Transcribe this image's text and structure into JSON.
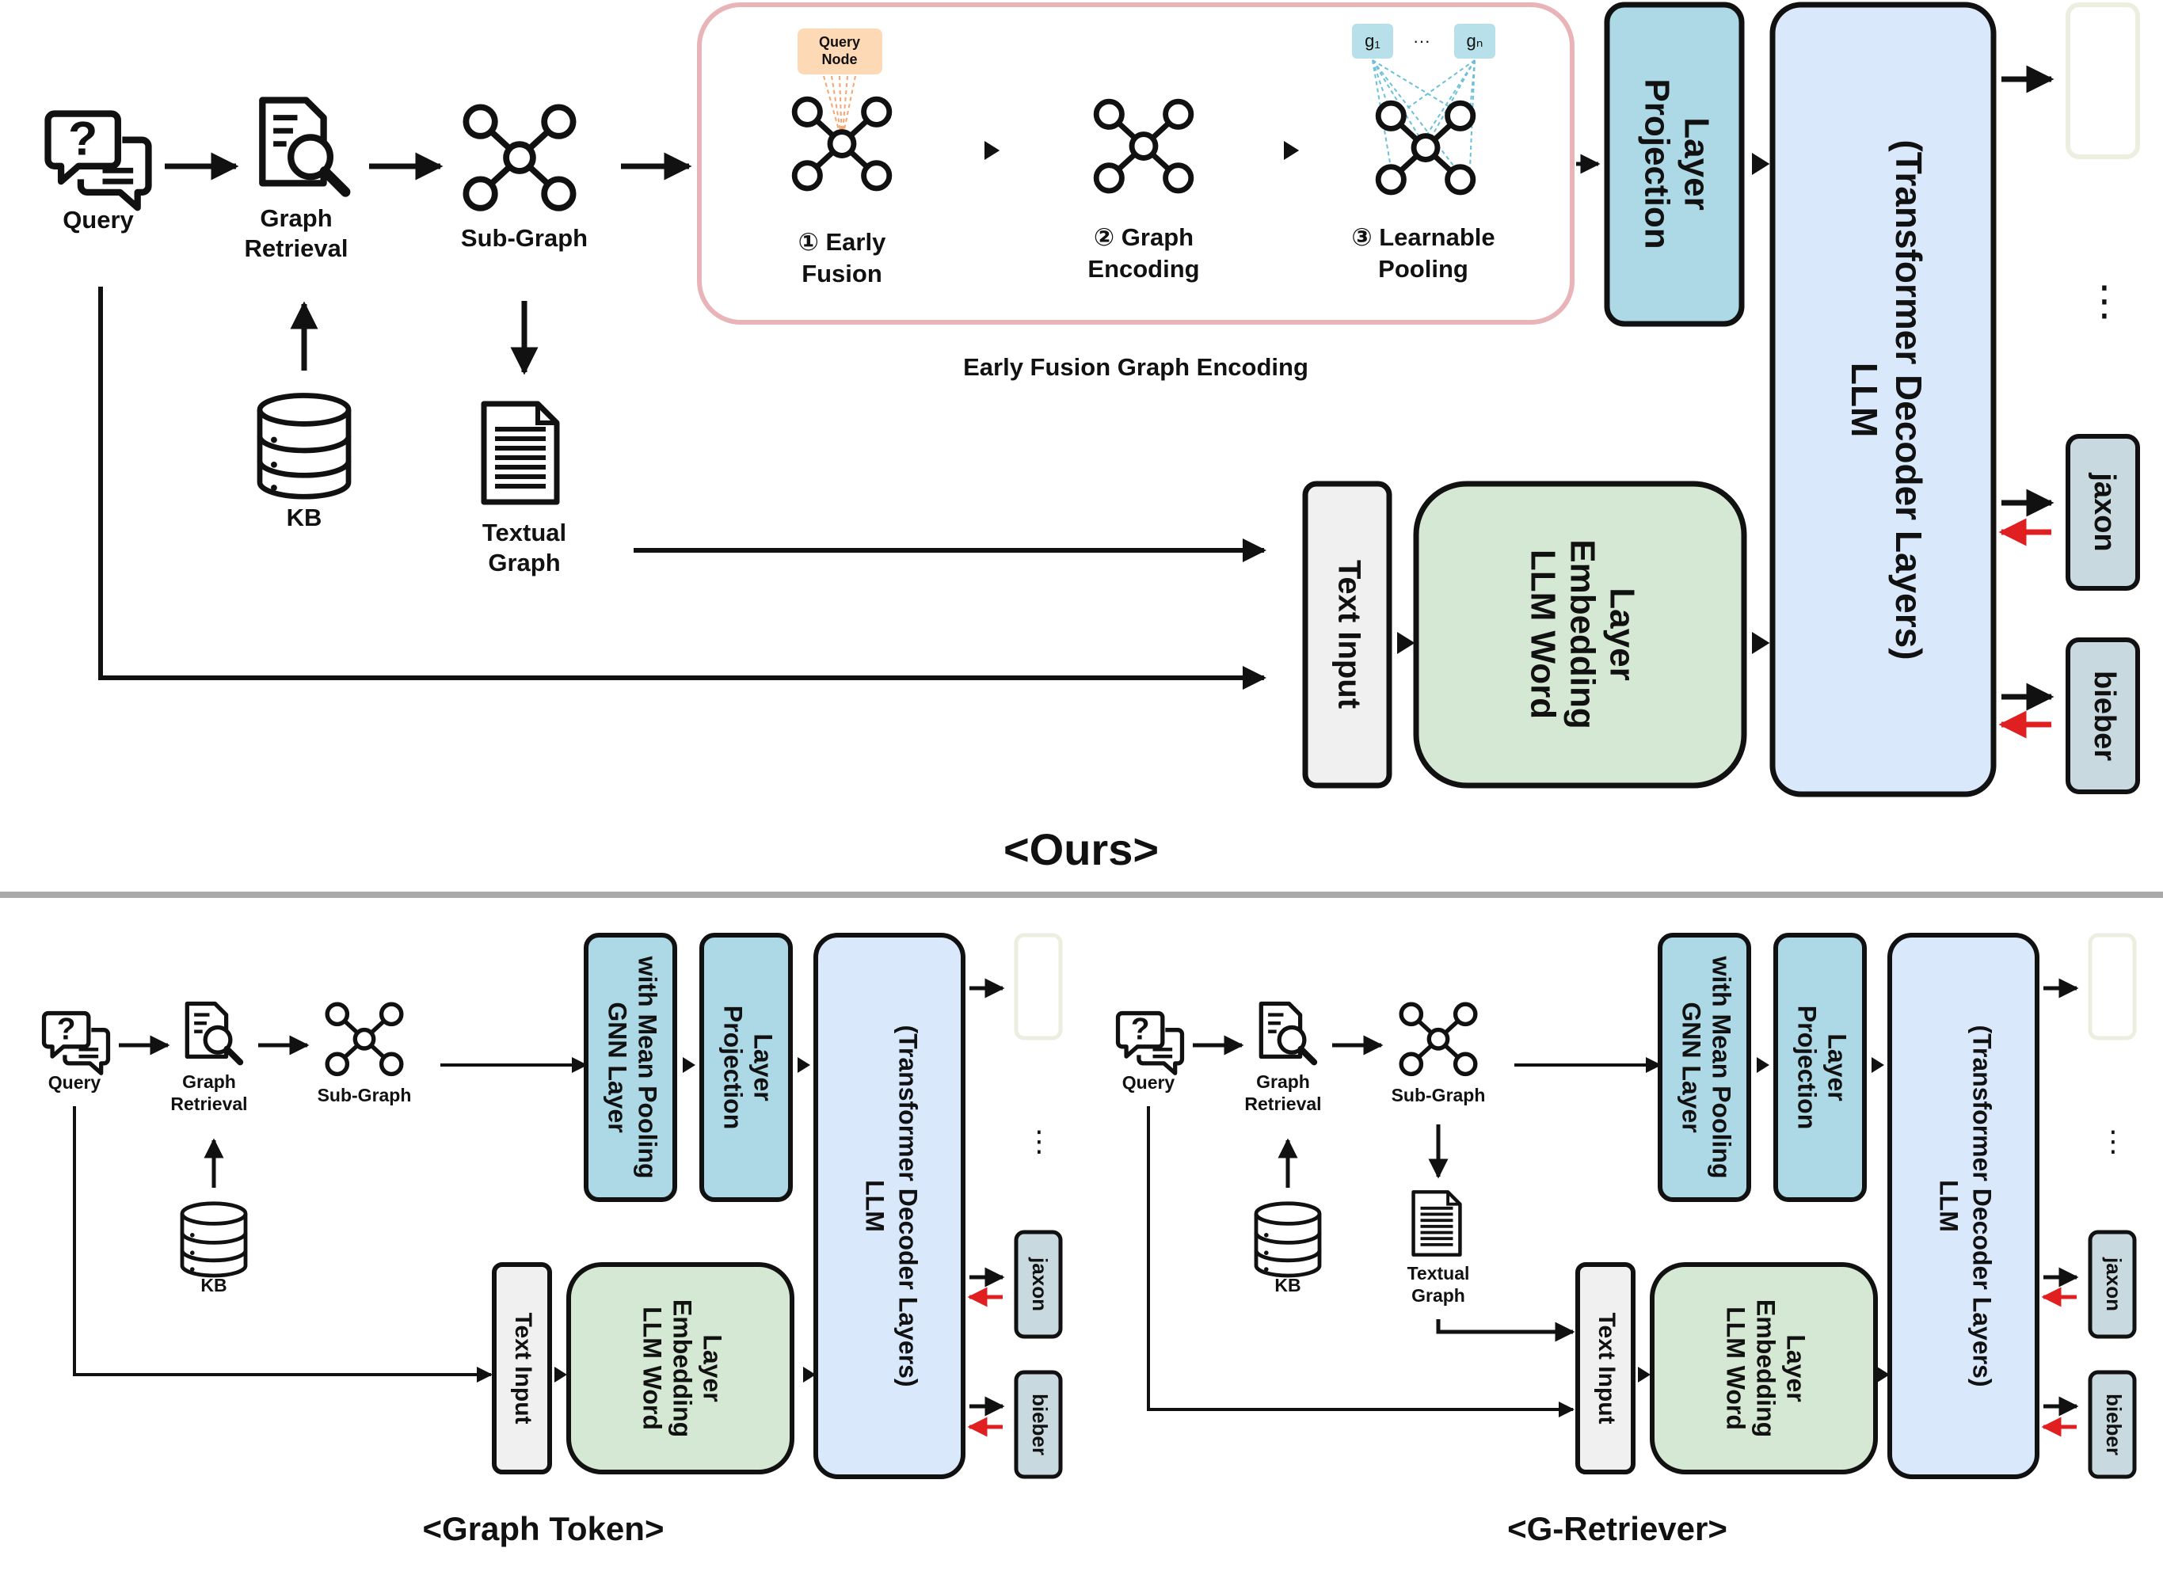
{
  "ours": {
    "title": "<Ours>",
    "query_label": "Query",
    "retrieval_label": [
      "Graph",
      "Retrieval"
    ],
    "kb_label": "KB",
    "subgraph_label": "Sub-Graph",
    "textual_graph_label": [
      "Textual",
      "Graph"
    ],
    "query_node_label": [
      "Query",
      "Node"
    ],
    "step1_label": [
      "① Early",
      "Fusion"
    ],
    "step2_label": [
      "② Graph",
      "Encoding"
    ],
    "step3_label": [
      "③ Learnable",
      "Pooling"
    ],
    "pool_tokens": [
      "g₁",
      "···",
      "gₙ"
    ],
    "module_caption": "Early Fusion Graph Encoding",
    "projection_label": [
      "Projection",
      "Layer"
    ],
    "llm_label": [
      "LLM",
      "(Transformer Decoder Layers)"
    ],
    "embedding_label": [
      "LLM Word",
      "Embedding",
      "Layer"
    ],
    "text_input_label": "Text Input",
    "output_tokens": [
      "jaxon",
      "bieber"
    ],
    "ellipsis": "⋮"
  },
  "graph_token": {
    "title": "<Graph Token>",
    "query_label": "Query",
    "retrieval_label": [
      "Graph",
      "Retrieval"
    ],
    "kb_label": "KB",
    "subgraph_label": "Sub-Graph",
    "gnn_label": [
      "GNN Layer",
      "with Mean Pooling"
    ],
    "projection_label": [
      "Projection",
      "Layer"
    ],
    "llm_label": [
      "LLM",
      "(Transformer Decoder Layers)"
    ],
    "embedding_label": [
      "LLM Word",
      "Embedding",
      "Layer"
    ],
    "text_input_label": "Text Input",
    "output_tokens": [
      "jaxon",
      "bieber"
    ],
    "ellipsis": "⋮"
  },
  "g_retriever": {
    "title": "<G-Retriever>",
    "query_label": "Query",
    "retrieval_label": [
      "Graph",
      "Retrieval"
    ],
    "kb_label": "KB",
    "subgraph_label": "Sub-Graph",
    "textual_graph_label": [
      "Textual",
      "Graph"
    ],
    "gnn_label": [
      "GNN Layer",
      "with Mean Pooling"
    ],
    "projection_label": [
      "Projection",
      "Layer"
    ],
    "llm_label": [
      "LLM",
      "(Transformer Decoder Layers)"
    ],
    "embedding_label": [
      "LLM Word",
      "Embedding",
      "Layer"
    ],
    "text_input_label": "Text Input",
    "output_tokens": [
      "jaxon",
      "bieber"
    ],
    "ellipsis": "⋮"
  },
  "colors": {
    "projection_fill": "#add8e6",
    "gnn_fill": "#add8e6",
    "llm_fill": "#dae8fc",
    "embedding_fill": "#d5e8d4",
    "text_input_fill": "#f0f0f0",
    "token_fill": "#c9d9e0",
    "module_border": "#e8b4b8",
    "query_node_fill": "#fdd9b5",
    "pool_token_fill": "#b8e0ea",
    "feedback_arrow": "#e02020",
    "divider": "#aaaaaa"
  }
}
